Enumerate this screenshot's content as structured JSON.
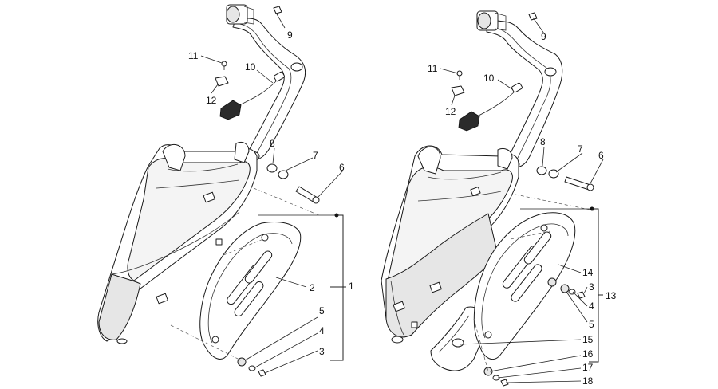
{
  "left_assembly": {
    "callouts": {
      "c9": "9",
      "c11": "11",
      "c10": "10",
      "c12": "12",
      "c8": "8",
      "c7": "7",
      "c6": "6",
      "c2": "2",
      "c1": "1",
      "c5": "5",
      "c4": "4",
      "c3": "3"
    }
  },
  "right_assembly": {
    "callouts": {
      "c9": "9",
      "c11": "11",
      "c10": "10",
      "c12": "12",
      "c8": "8",
      "c7": "7",
      "c6": "6",
      "c14": "14",
      "c3": "3",
      "c13": "13",
      "c4": "4",
      "c5": "5",
      "c15": "15",
      "c16": "16",
      "c17": "17",
      "c18": "18"
    }
  }
}
